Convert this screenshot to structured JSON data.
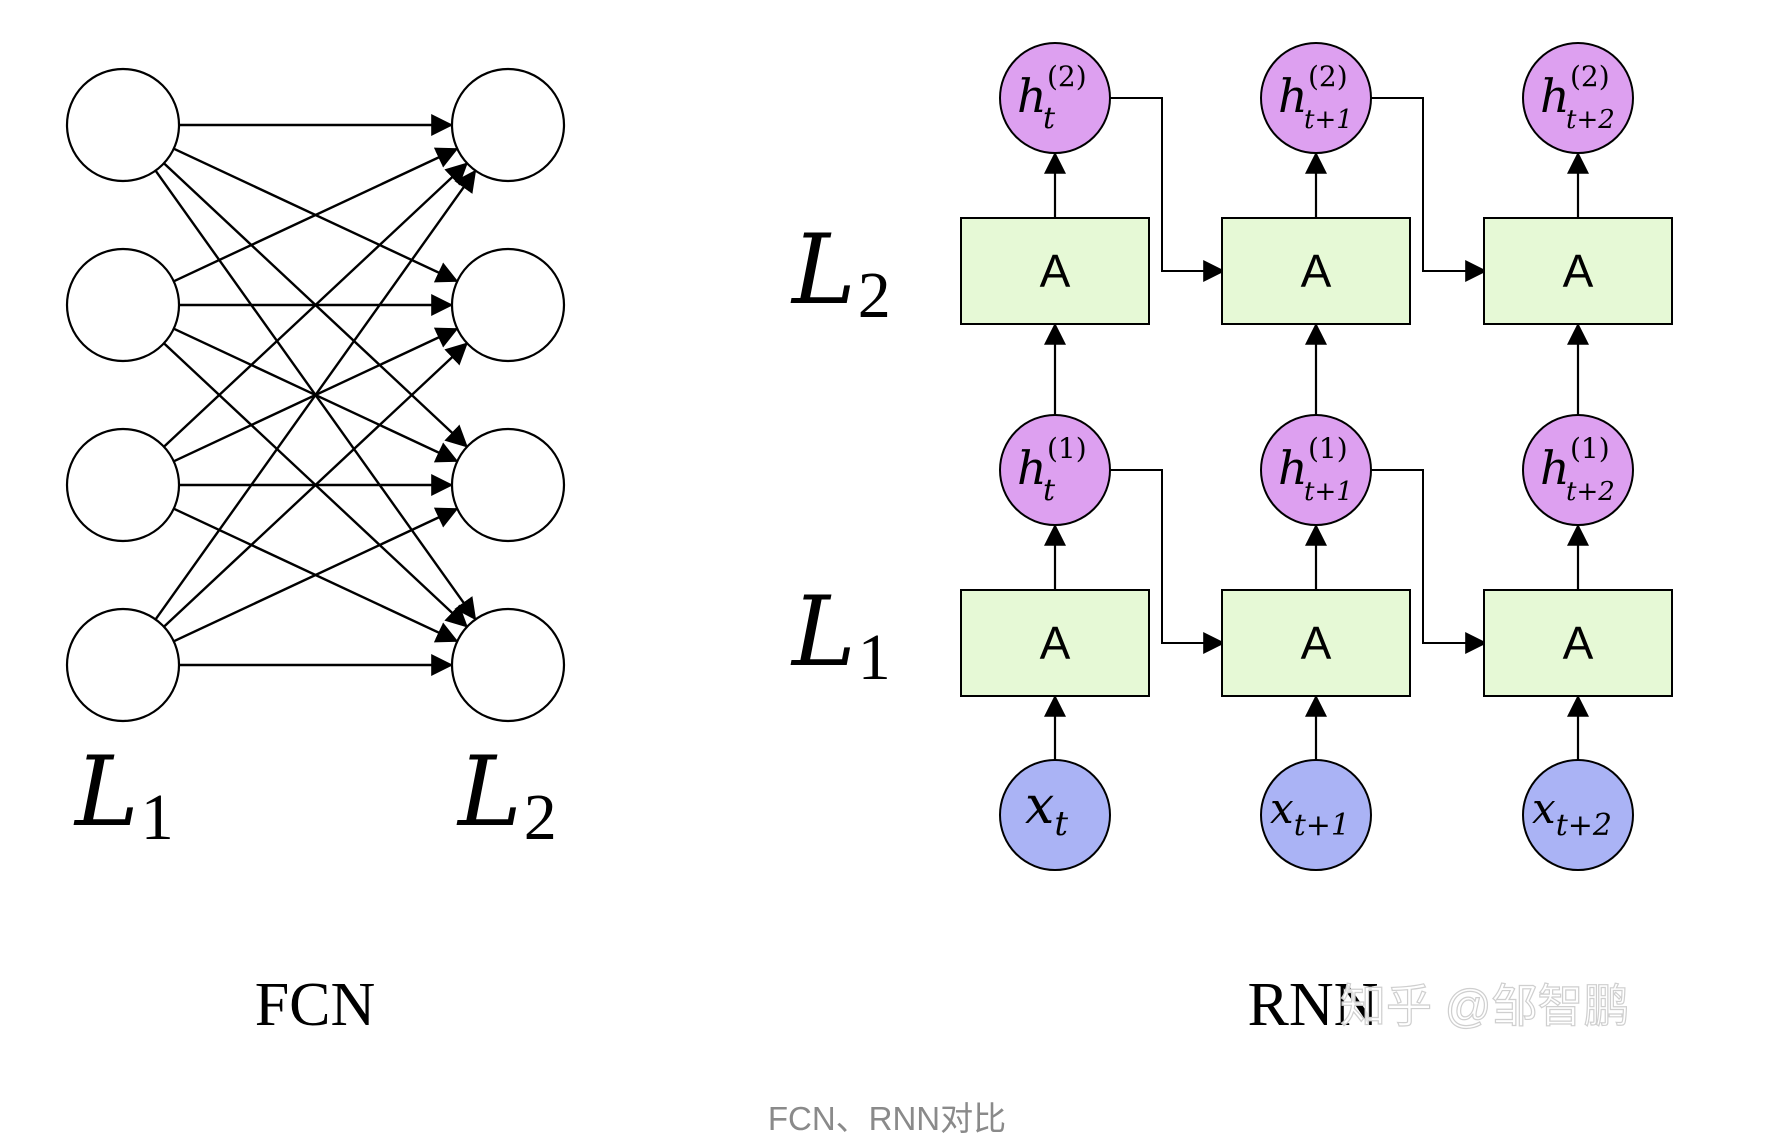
{
  "fcn": {
    "input_layer_label": {
      "base": "L",
      "sub": "1"
    },
    "output_layer_label": {
      "base": "L",
      "sub": "2"
    },
    "input_nodes": 4,
    "output_nodes": 4,
    "title": "FCN"
  },
  "rnn": {
    "layer_labels": [
      {
        "base": "L",
        "sub": "2"
      },
      {
        "base": "L",
        "sub": "1"
      }
    ],
    "cell_label": "A",
    "time_steps": [
      "t",
      "t+1",
      "t+2"
    ],
    "hidden_state_symbol": "h",
    "input_symbol": "x",
    "layer_indices": [
      "(1)",
      "(2)"
    ],
    "title": "RNN"
  },
  "watermark": "知乎 @邹智鹏",
  "caption": "FCN、RNN对比",
  "colors": {
    "hidden_node_fill": "#dda0f0",
    "input_node_fill": "#aab3f5",
    "cell_fill": "#e6f9d6",
    "stroke": "#000000",
    "caption": "#8a8a8a"
  }
}
